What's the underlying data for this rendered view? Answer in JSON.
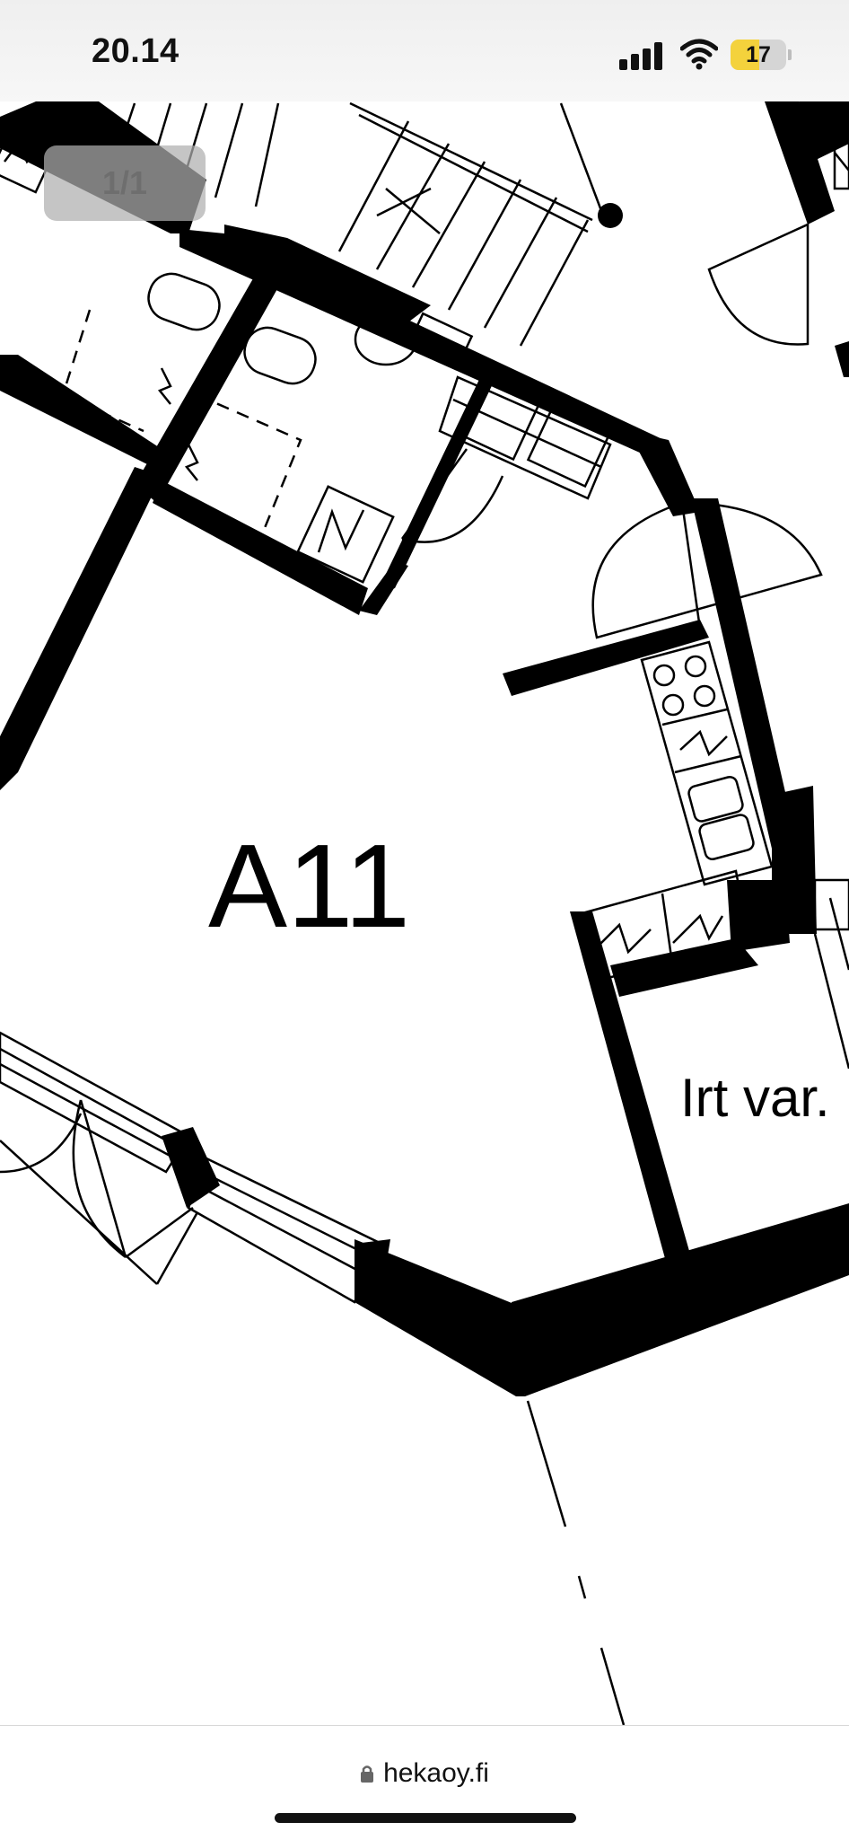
{
  "status_bar": {
    "time": "20.14",
    "battery_level": "17",
    "battery_fraction": 0.17,
    "signal_icon": "cellular-signal-icon",
    "wifi_icon": "wifi-icon",
    "battery_color": "#f4d23c"
  },
  "viewer": {
    "page_indicator": "1/1",
    "room_label": "A11",
    "storage_label": "Irt var."
  },
  "browser": {
    "url": "hekaoy.fi",
    "lock_icon": "lock-icon"
  }
}
